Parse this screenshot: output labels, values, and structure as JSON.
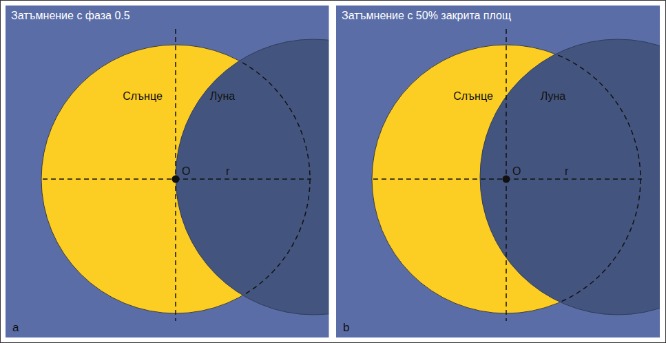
{
  "diagram": {
    "nodes": [
      {
        "text": [
          "Затъмнение с фаза 0.5",
          "a"
        ]
      },
      {
        "text": [
          "Слънце"
        ],
        "in": 0
      },
      {
        "text": [
          "Луна"
        ],
        "in": 0
      },
      {
        "text": [
          "Затъмнение с 50% закрита площ",
          "b"
        ]
      },
      {
        "text": [
          "Слънце"
        ],
        "in": 3
      },
      {
        "text": [
          "Луна"
        ],
        "in": 3
      }
    ],
    "labels": [
      "O",
      "r",
      "O",
      "r"
    ]
  }
}
